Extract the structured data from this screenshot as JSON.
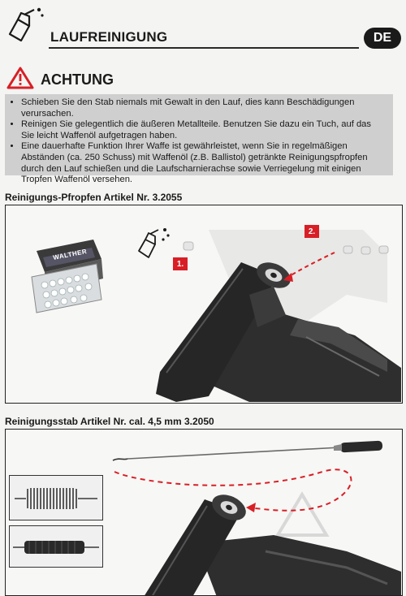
{
  "header": {
    "title": "LAUFREINIGUNG",
    "lang": "DE"
  },
  "warning": {
    "title": "ACHTUNG",
    "items": [
      "Schieben Sie den Stab niemals mit Gewalt in den Lauf, dies kann Beschädigungen verursachen.",
      "Reinigen Sie gelegentlich die äußeren Metallteile. Benutzen Sie dazu ein Tuch, auf das Sie leicht Waffenöl aufgetragen haben.",
      "Eine dauerhafte Funktion Ihrer Waffe ist gewährleistet, wenn Sie in regelmäßigen Abständen (ca. 250 Schuss) mit Waffenöl (z.B. Ballistol) getränkte Reinigungspfropfen durch den Lauf schießen und die Laufscharnierachse sowie Verriegelung mit einigen Tropfen Waffenöl versehen."
    ]
  },
  "section1": {
    "title": "Reinigungs-Pfropfen Artikel Nr. 3.2055",
    "box_label": "WALTHER",
    "step1": "1.",
    "step2": "2."
  },
  "section2": {
    "title": "Reinigungsstab Artikel Nr. cal. 4,5 mm 3.2050"
  },
  "colors": {
    "accent_red": "#d81f26",
    "warning_bg": "#cfcfcf"
  }
}
